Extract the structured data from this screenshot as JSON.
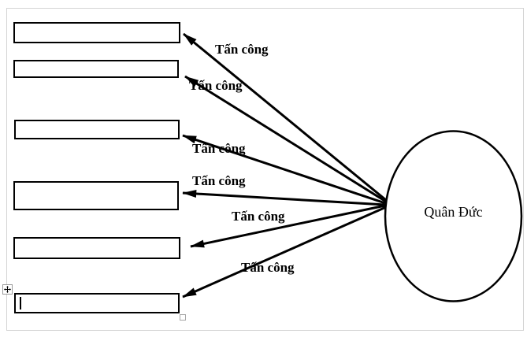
{
  "diagram": {
    "ellipse": {
      "label": "Quân Đức"
    },
    "arrows": [
      {
        "label": "Tấn công"
      },
      {
        "label": "Tấn công"
      },
      {
        "label": "Tấn công"
      },
      {
        "label": "Tấn công"
      },
      {
        "label": "Tấn công"
      },
      {
        "label": "Tấn công"
      }
    ],
    "colors": {
      "shape_stroke": "#000000",
      "canvas_border": "#d4d4d4",
      "selection_handle_border": "#a6a6a6"
    }
  }
}
